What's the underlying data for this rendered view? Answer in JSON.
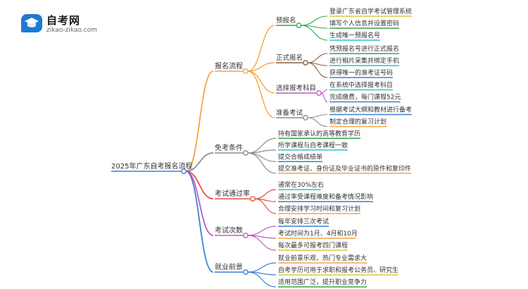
{
  "logo": {
    "name": "自考网",
    "url": "zikao-zikao.com"
  },
  "root": "2025年广东自考报名流程",
  "colors": {
    "root": "#3d7fd6",
    "branch_1": "#f3a641",
    "branch_2": "#8c8c8c",
    "branch_3": "#e3513f",
    "branch_4": "#c05bc6",
    "branch_5": "#3d7fd6",
    "sub_1": "#31a54a",
    "sub_2": "#8a5a3c",
    "sub_3": "#c05bc6",
    "sub_4": "#8c8c8c",
    "leaf_a": "#d8c83d",
    "leaf_b": "#31a54a",
    "leaf_c": "#2ec4c4",
    "leaf_d": "#3d7fd6",
    "leaf_e": "#f3a641"
  },
  "branches": [
    {
      "label": "报名流程",
      "children": [
        {
          "label": "预报名",
          "children": [
            "登录广东省自学考试管理系统",
            "填写个人信息并设置密码",
            "生成唯一预报名号"
          ]
        },
        {
          "label": "正式报名",
          "children": [
            "凭预报名号进行正式报名",
            "进行相片采集并绑定手机",
            "获得唯一的准考证号码"
          ]
        },
        {
          "label": "选择报考科目",
          "children": [
            "在系统中选择报考科目",
            "完成缴费，每门课程52元"
          ]
        },
        {
          "label": "准备考试",
          "children": [
            "根据考试大纲和教材进行备考",
            "制定合理的复习计划"
          ]
        }
      ]
    },
    {
      "label": "免考条件",
      "children": [
        "持有国家承认的高等教育学历",
        "所学课程与自考课程一致",
        "提交合格成绩单",
        "提交准考证、身份证及毕业证书的原件和复印件"
      ]
    },
    {
      "label": "考试通过率",
      "children": [
        "通常在30%左右",
        "通过率受课程难度和备考情况影响",
        "合理安排学习时间和复习计划"
      ]
    },
    {
      "label": "考试次数",
      "children": [
        "每年安排三次考试",
        "考试时间为1月、4月和10月",
        "每次最多可报考四门课程"
      ]
    },
    {
      "label": "就业前景",
      "children": [
        "就业前景乐观，热门专业需求大",
        "自考学历可用于求职和报考公务员、研究生",
        "适用范围广泛，提升职业竞争力"
      ]
    }
  ]
}
